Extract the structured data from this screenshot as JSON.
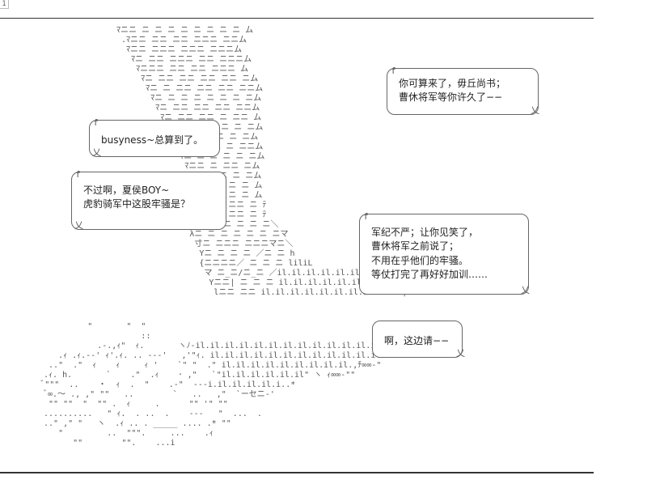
{
  "page": {
    "number": "1"
  },
  "bubbles": {
    "kaiju": {
      "hook": "f",
      "tail": "乂",
      "lines": [
        "你可算来了，毋丘尚书；",
        "曹休将军等你许久了−−"
      ]
    },
    "busyness": {
      "hook": "f",
      "tail": "乂",
      "lines": [
        "busyness~总算到了。"
      ]
    },
    "xiahou": {
      "hook": "f",
      "tail": "乂",
      "lines": [
        "不过啊，夏侯BOY~",
        "虎豹骑军中这股牢骚是？"
      ]
    },
    "junji": {
      "hook": "f",
      "tail": "乂",
      "lines": [
        "军纪不严；让你见笑了，",
        "曹休将军之前说了；",
        "不用在乎他们的牢骚。",
        "等仗打完了再好好加训……"
      ]
    },
    "zhebian": {
      "tail": "乂",
      "lines": [
        "啊，这边请−−"
      ]
    }
  },
  "ascii_art": {
    "slope": "ﾏニニ ニ ニ ニ ニ ニ ニ ニ ニ ム\n .ﾏニニ ニニ ニニ ニニニ ニニム\n  ﾏニニ ニニニ ニニニ ニニニム\n   ﾏニ ニニ ニニニ ニニ ニニニム\n    ﾏニニニ ニニ ニニ ニニニ ム\n     ﾏニ ニニ ニニ ニニ ニニ ニム\n      ﾏニ ニ ニニ ニニ ニニ ニニム\n       ﾏニ ニ ニ ニ ニ ニ ニ ニム\n        ﾏニ ニニ ニニ ニニ ニニム\n         ﾏニ ニニ ニニ ニ ニニ ム\n          ﾏニ ニ ニ ニ ニ ニ ニム\n           ﾏニ ニニ ニニ ニ ニム\n            ﾏニ ニ ニニ ニ ニニム\n             ﾏニ ニ ニ ニ ニ ニム\n              ﾏニニ ニ ニニ ニム\n               ﾏニ ニ ニ ニ ニム\n                |ニニニ ニ ニ ム\n                |ニニニ ニ ニ ム\n                |ニニニ ニニ ニ ﾃ\n                |ニニニ ニニ ニ ﾃ\n               ニニ ニ ニ ニ ニ ニ＼\n               λニ ニ ニ ニ ニ ニ ニマ\n                寸ニ ニニニ ニニニマニ＼\n                 Yニ ニ ニ ニ ／ニ ニ h\n                 {ニニニニ／ ニ ニ ニ liliL\n                  マ ニ_ニ/ニ_ニ ／il.il.il.il.il.il.il.il.il.il.il.il.il... i\n                   Yニニ| ニ ニ ニ il.il.il.il.il.il.il.il.il.il.il.il.il.i..!\n                    lニニ ニニ il.il.il.il.il.il.il.if    ` |!..!",
    "crowd": "          \"       \"  \"\n                     ::\n            .-.,ｨ\"  ｨ.       ヽﾉ-il.il.il.il.il.il.il.il.il.il.il.il.il\n    .ｨ .ｨ.--' ｨ'.ｨ. .. ---'   ,'\"ｨ. il.il.il.il.il.il.il.il.il.il.il.il.il.\n  ..\"  .\"  ｨ    ｨ     ｨ '    `\" \"  .\" il.il.il.il.il.il.il.il.il.,ﾁ∞∞-\"\n .ｨ. h.       `    .\"  .ｨ    ･ ,\"   `\"il.il.il.il.il.il\" ヽ ｨ∞∞-\"\"\n ﾞ\"\"\"  ..    ・  ｨ  .  \"    .-\"  ---i.il.il.il.il.i..*\n ﾞ∞.～ ., ,\" \"\"   ..        `   ..   ,\"  `ーセニ-'\n  \"\" \"\"  \"  \"\" .  ｨ     .      \"\" '\" \"\"\n ..........   \" ｨ.  . ..  .    ---   \"  ...  .\n ..\" ,\" \"   ヽ  .ｨ .. . _____ .... .* \"\"\n    \"         ..  \"\"\".     ...    .ｨ\n       \"\"        \"\".    ...i"
  }
}
